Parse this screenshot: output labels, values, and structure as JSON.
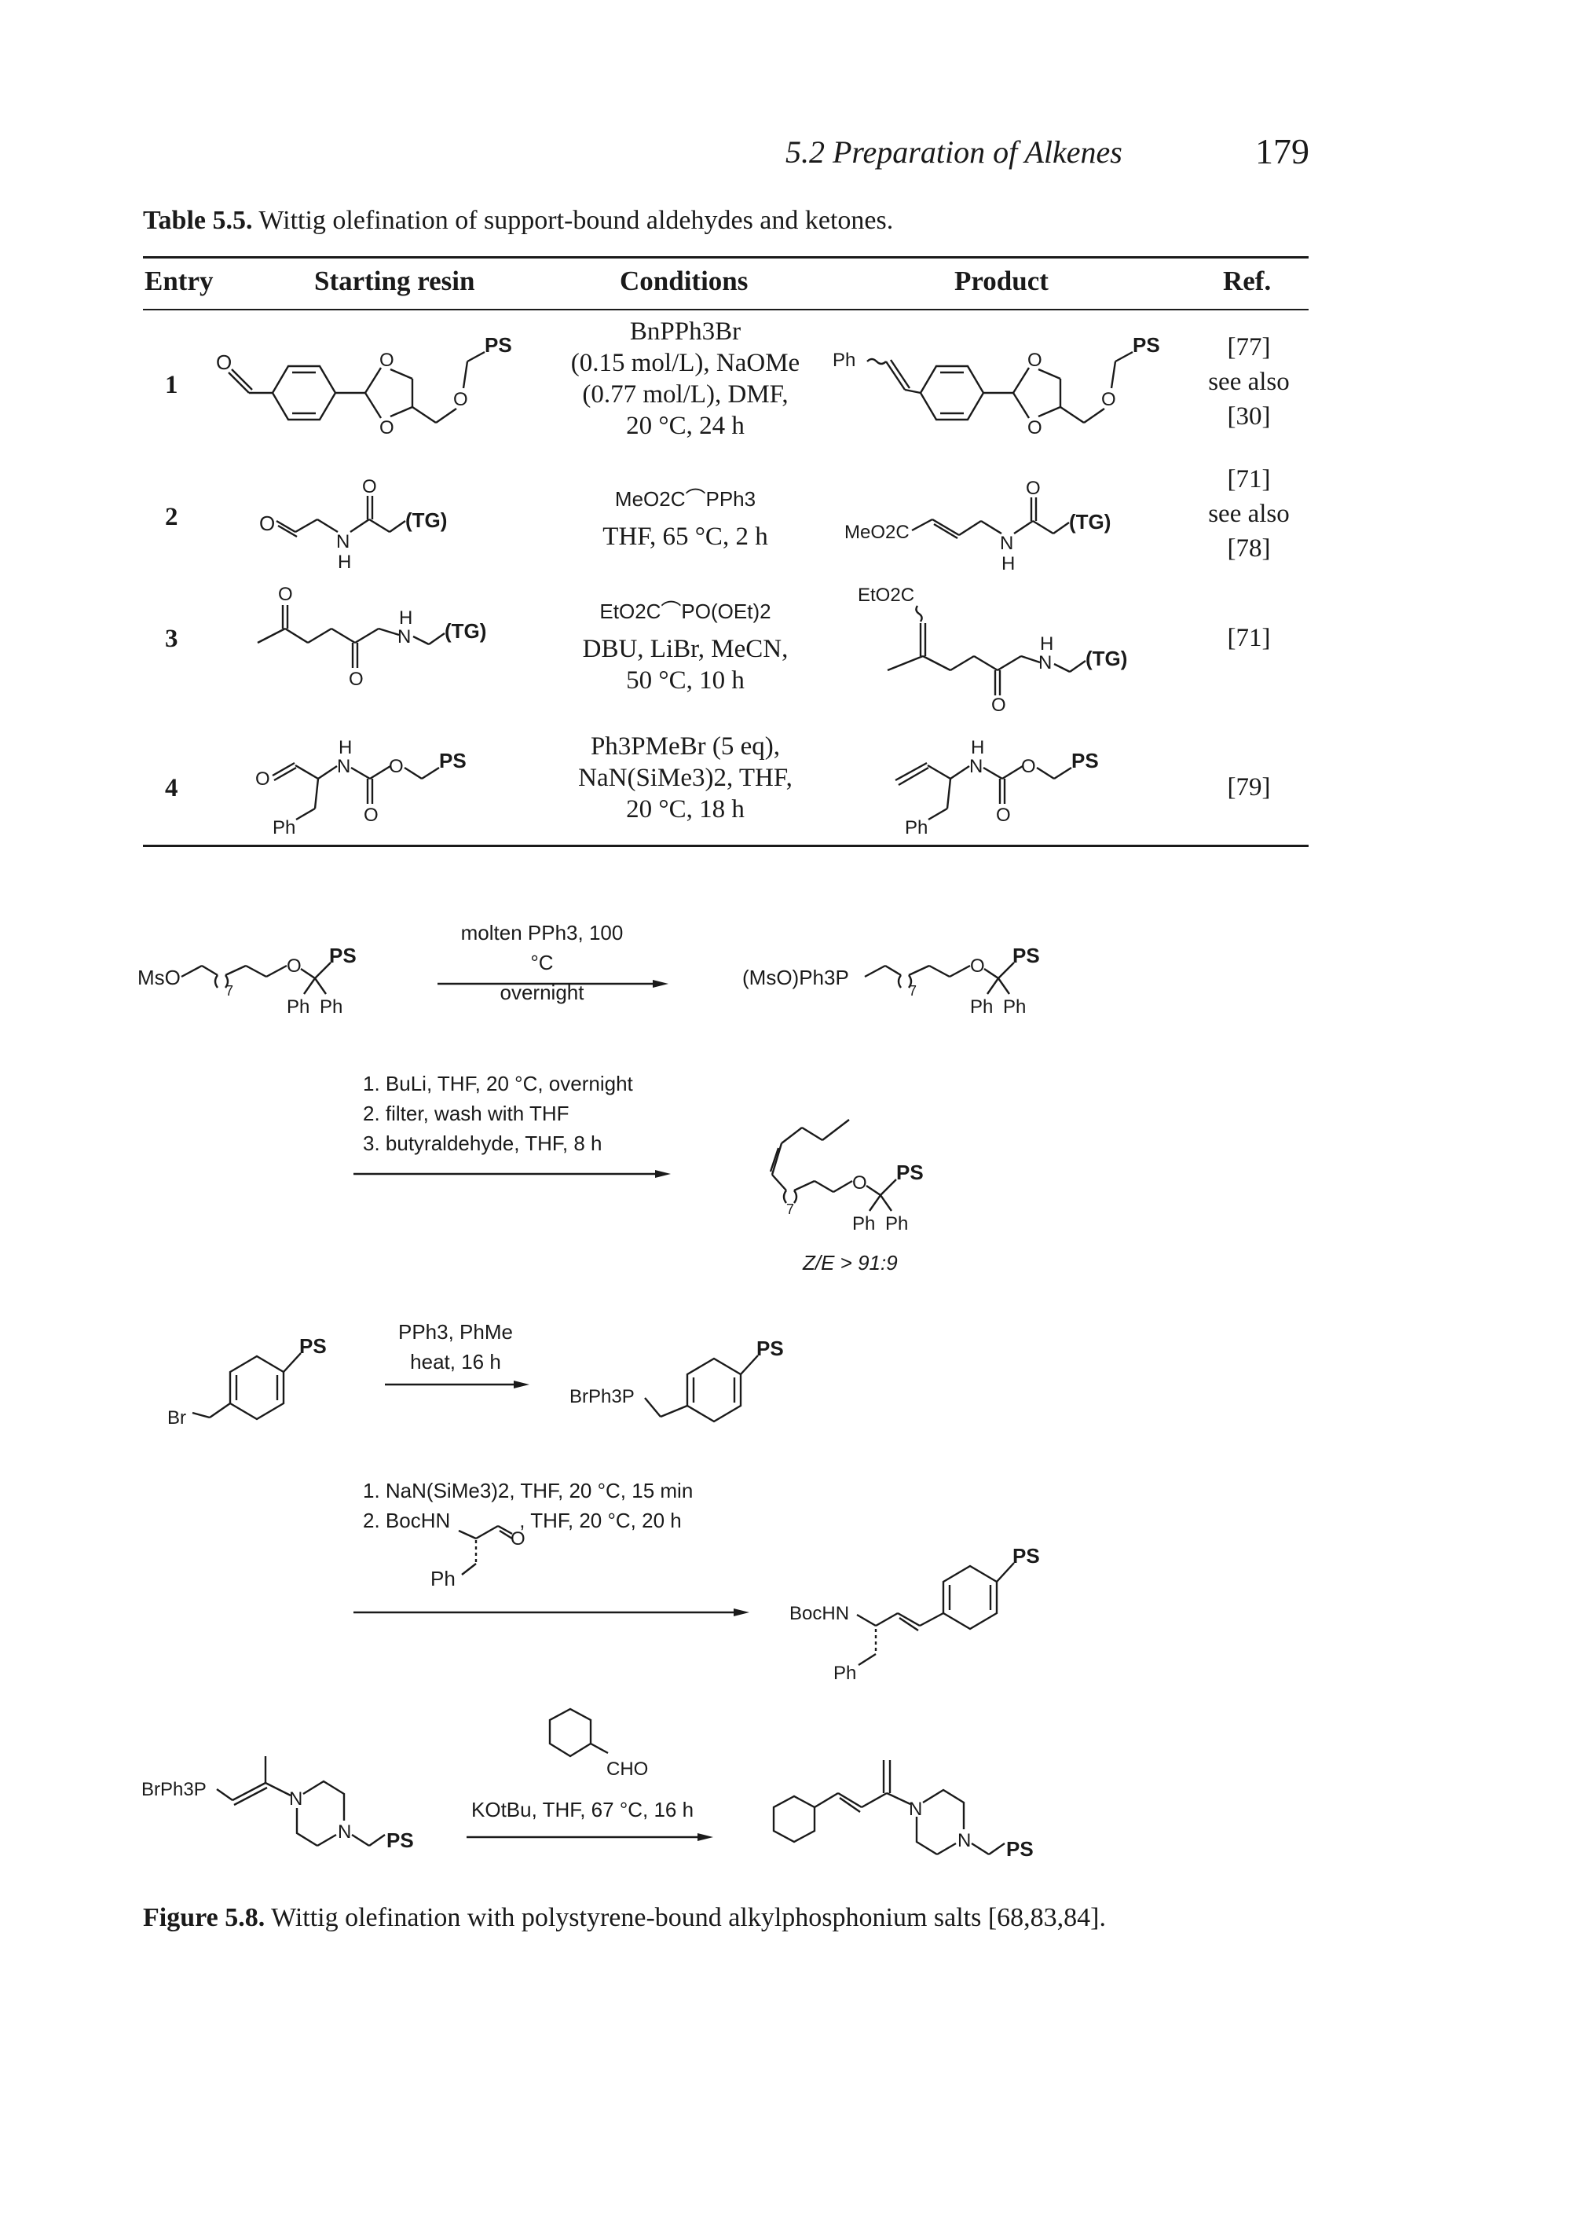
{
  "header": {
    "running_title": "5.2 Preparation of Alkenes",
    "page_number": "179"
  },
  "table": {
    "caption_label": "Table 5.5.",
    "caption_text": "Wittig olefination of support-bound aldehydes and ketones.",
    "columns": [
      "Entry",
      "Starting resin",
      "Conditions",
      "Product",
      "Ref."
    ],
    "rows": [
      {
        "entry": "1",
        "conditions": [
          "BnPPh3Br",
          "(0.15 mol/L), NaOMe",
          "(0.77 mol/L), DMF,",
          "20 °C, 24 h"
        ],
        "ref": [
          "[77]",
          "see also",
          "[30]"
        ],
        "start_labels": {
          "o": "O",
          "ring_o1": "O",
          "ring_o2": "O",
          "ether_o": "O",
          "ps": "PS"
        },
        "product_labels": {
          "ph": "Ph",
          "ring_o1": "O",
          "ring_o2": "O",
          "ether_o": "O",
          "ps": "PS"
        }
      },
      {
        "entry": "2",
        "conditions_reagent": "MeO2C⌒PPh3",
        "conditions": [
          "THF, 65 °C, 2 h"
        ],
        "ref": [
          "[71]",
          "see also",
          "[78]"
        ],
        "start_labels": {
          "o1": "O",
          "o2": "O",
          "n": "N",
          "h": "H",
          "tg": "(TG)"
        },
        "product_labels": {
          "meo2c": "MeO2C",
          "o": "O",
          "n": "N",
          "h": "H",
          "tg": "(TG)"
        }
      },
      {
        "entry": "3",
        "conditions_reagent": "EtO2C⌒PO(OEt)2",
        "conditions": [
          "DBU, LiBr, MeCN,",
          "50 °C, 10 h"
        ],
        "ref": [
          "[71]"
        ],
        "start_labels": {
          "o1": "O",
          "o2": "O",
          "n": "N",
          "h": "H",
          "tg": "(TG)"
        },
        "product_labels": {
          "eto2c": "EtO2C",
          "o": "O",
          "n": "N",
          "h": "H",
          "tg": "(TG)"
        }
      },
      {
        "entry": "4",
        "conditions": [
          "Ph3PMeBr (5 eq),",
          "NaN(SiMe3)2, THF,",
          "20 °C, 18 h"
        ],
        "ref": [
          "[79]"
        ],
        "start_labels": {
          "o1": "O",
          "o2": "O",
          "o3": "O",
          "n": "N",
          "h": "H",
          "ph": "Ph",
          "ps": "PS"
        },
        "product_labels": {
          "o2": "O",
          "o3": "O",
          "n": "N",
          "h": "H",
          "ph": "Ph",
          "ps": "PS"
        }
      }
    ]
  },
  "figure": {
    "scheme1": {
      "start": {
        "mso": "MsO",
        "sub7": "7",
        "o": "O",
        "ps": "PS",
        "ph1": "Ph",
        "ph2": "Ph"
      },
      "arrow1": [
        "molten PPh3, 100 °C",
        "overnight"
      ],
      "intermediate": {
        "phosphonium": "(MsO)Ph3P",
        "sub7": "7",
        "o": "O",
        "ps": "PS",
        "ph1": "Ph",
        "ph2": "Ph"
      },
      "arrow2": [
        "1. BuLi, THF, 20 °C, overnight",
        "2. filter, wash with THF",
        "3. butyraldehyde, THF, 8 h"
      ],
      "product": {
        "sub7": "7",
        "o": "O",
        "ps": "PS",
        "ph1": "Ph",
        "ph2": "Ph"
      },
      "ratio": "Z/E > 91:9"
    },
    "scheme2": {
      "start": {
        "br": "Br",
        "ps": "PS"
      },
      "arrow1": [
        "PPh3, PhMe",
        "heat, 16 h"
      ],
      "intermediate": {
        "brph3p": "BrPh3P",
        "ps": "PS"
      },
      "arrow2_line1": "1. NaN(SiMe3)2, THF, 20 °C, 15 min",
      "arrow2_line2_prefix": "2. BocHN",
      "arrow2_line2_o": "O",
      "arrow2_line2_suffix": ", THF, 20 °C, 20 h",
      "arrow2_ph": "Ph",
      "product": {
        "bochn": "BocHN",
        "ph": "Ph",
        "ps": "PS"
      }
    },
    "scheme3": {
      "start": {
        "brph3p": "BrPh3P",
        "n1": "N",
        "n2": "N",
        "ps": "PS"
      },
      "reagent_cho": "CHO",
      "arrow": "KOtBu, THF, 67 °C, 16 h",
      "product": {
        "n1": "N",
        "n2": "N",
        "ps": "PS"
      }
    },
    "caption_label": "Figure 5.8.",
    "caption_text": "Wittig olefination with polystyrene-bound alkylphosphonium salts [68,83,84]."
  }
}
